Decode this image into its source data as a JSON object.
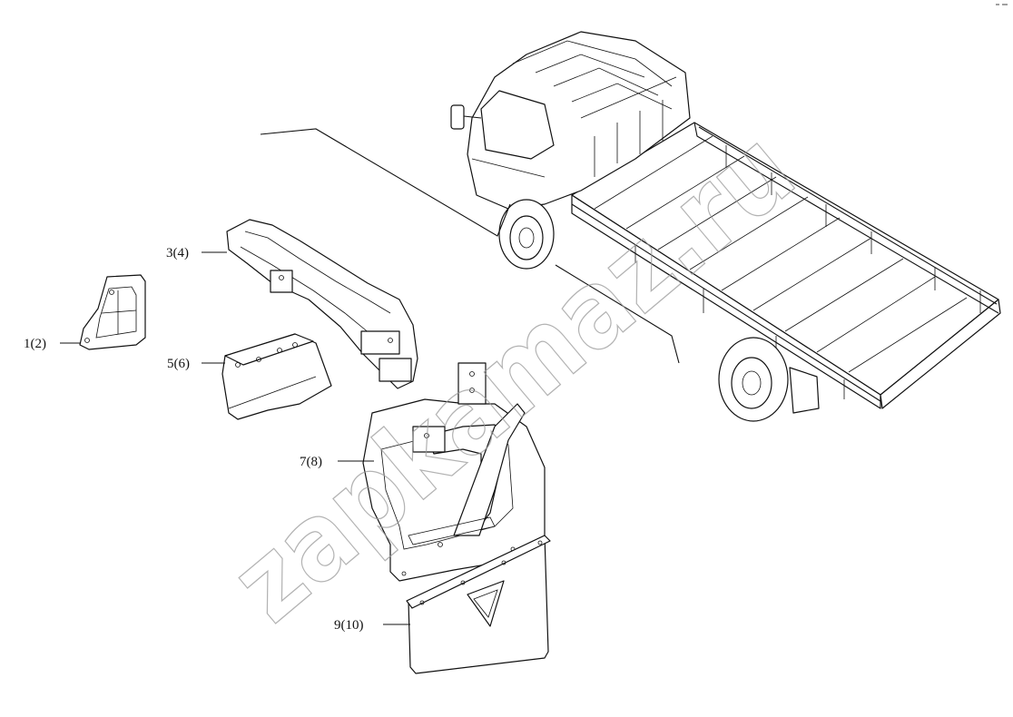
{
  "labels": {
    "part_1_2": "1(2)",
    "part_3_4": "3(4)",
    "part_5_6": "5(6)",
    "part_7_8": "7(8)",
    "part_9_10": "9(10)"
  },
  "watermark": "zapkamaz.ru",
  "colors": {
    "line": "#111111",
    "background": "#ffffff",
    "watermark": "#9a9a9a"
  }
}
